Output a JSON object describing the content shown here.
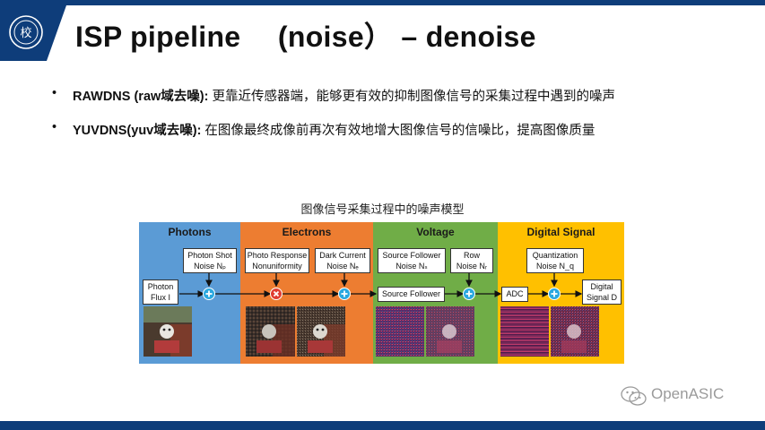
{
  "title": "ISP pipeline 　(noise） – denoise",
  "bullets": [
    {
      "bullet": "•",
      "label": "RAWDNS (raw域去噪):",
      "text": " 更靠近传感器端，能够更有效的抑制图像信号的采集过程中遇到的噪声"
    },
    {
      "bullet": "•",
      "label": "YUVDNS(yuv域去噪):",
      "text": " 在图像最终成像前再次有效地增大图像信号的信噪比，提高图像质量"
    }
  ],
  "figure_title": "图像信号采集过程中的噪声模型",
  "sections": {
    "photons": {
      "label": "Photons",
      "color": "#5b9bd5"
    },
    "electrons": {
      "label": "Electrons",
      "color": "#ed7d31"
    },
    "voltage": {
      "label": "Voltage",
      "color": "#70ad47"
    },
    "digital": {
      "label": "Digital Signal",
      "color": "#ffc000"
    }
  },
  "boxes": {
    "photon_flux": {
      "line1": "Photon",
      "line2": "Flux I"
    },
    "photon_shot": {
      "line1": "Photon Shot",
      "line2": "Noise Nₚ"
    },
    "photo_response": {
      "line1": "Photo Response",
      "line2": "Nonuniformity"
    },
    "dark_current": {
      "line1": "Dark Current",
      "line2": "Noise Nₑ"
    },
    "sf_noise": {
      "line1": "Source Follower",
      "line2": "Noise Nₛ"
    },
    "row_noise": {
      "line1": "Row",
      "line2": "Noise Nᵣ"
    },
    "source_follower": {
      "line1": "Source Follower"
    },
    "adc": {
      "line1": "ADC"
    },
    "quantization": {
      "line1": "Quantization",
      "line2": "Noise N_q"
    },
    "digital_signal": {
      "line1": "Digital",
      "line2": "Signal D"
    }
  },
  "watermark": "OpenASIC",
  "logo_text": "校"
}
